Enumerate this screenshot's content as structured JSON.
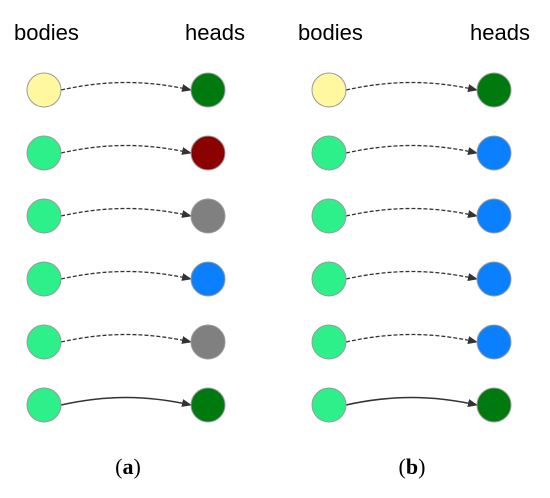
{
  "panels": [
    {
      "id": "a",
      "bodies_label": "bodies",
      "heads_label": "heads",
      "caption_open": "(",
      "caption_letter": "a",
      "caption_close": ")",
      "rows": [
        {
          "body_color": "#FFF8A0",
          "head_color": "#007A0F",
          "edge": "dashed"
        },
        {
          "body_color": "#2EF08A",
          "head_color": "#8B0000",
          "edge": "dashed"
        },
        {
          "body_color": "#2EF08A",
          "head_color": "#808080",
          "edge": "dashed"
        },
        {
          "body_color": "#2EF08A",
          "head_color": "#0A80FF",
          "edge": "dashed"
        },
        {
          "body_color": "#2EF08A",
          "head_color": "#808080",
          "edge": "dashed"
        },
        {
          "body_color": "#2EF08A",
          "head_color": "#007A0F",
          "edge": "solid"
        }
      ]
    },
    {
      "id": "b",
      "bodies_label": "bodies",
      "heads_label": "heads",
      "caption_open": "(",
      "caption_letter": "b",
      "caption_close": ")",
      "rows": [
        {
          "body_color": "#FFF8A0",
          "head_color": "#007A0F",
          "edge": "dashed"
        },
        {
          "body_color": "#2EF08A",
          "head_color": "#0A80FF",
          "edge": "dashed"
        },
        {
          "body_color": "#2EF08A",
          "head_color": "#0A80FF",
          "edge": "dashed"
        },
        {
          "body_color": "#2EF08A",
          "head_color": "#0A80FF",
          "edge": "dashed"
        },
        {
          "body_color": "#2EF08A",
          "head_color": "#0A80FF",
          "edge": "dashed"
        },
        {
          "body_color": "#2EF08A",
          "head_color": "#007A0F",
          "edge": "solid"
        }
      ]
    }
  ]
}
